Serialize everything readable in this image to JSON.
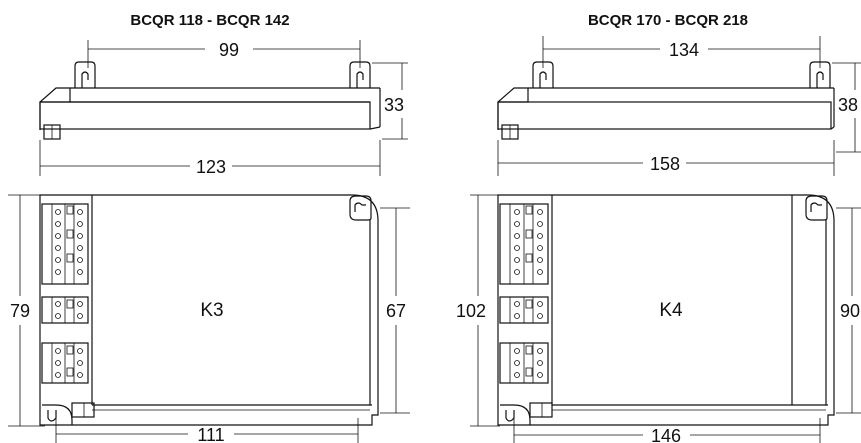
{
  "left": {
    "title": "BCQR 118 - BCQR 142",
    "top_width": "99",
    "height": "33",
    "length": "123",
    "depth": "79",
    "code": "K3",
    "inner_depth": "67",
    "hole_distance": "111"
  },
  "right": {
    "title": "BCQR 170 - BCQR 218",
    "top_width": "134",
    "height": "38",
    "length": "158",
    "depth": "102",
    "code": "K4",
    "inner_depth": "90",
    "hole_distance": "146"
  }
}
